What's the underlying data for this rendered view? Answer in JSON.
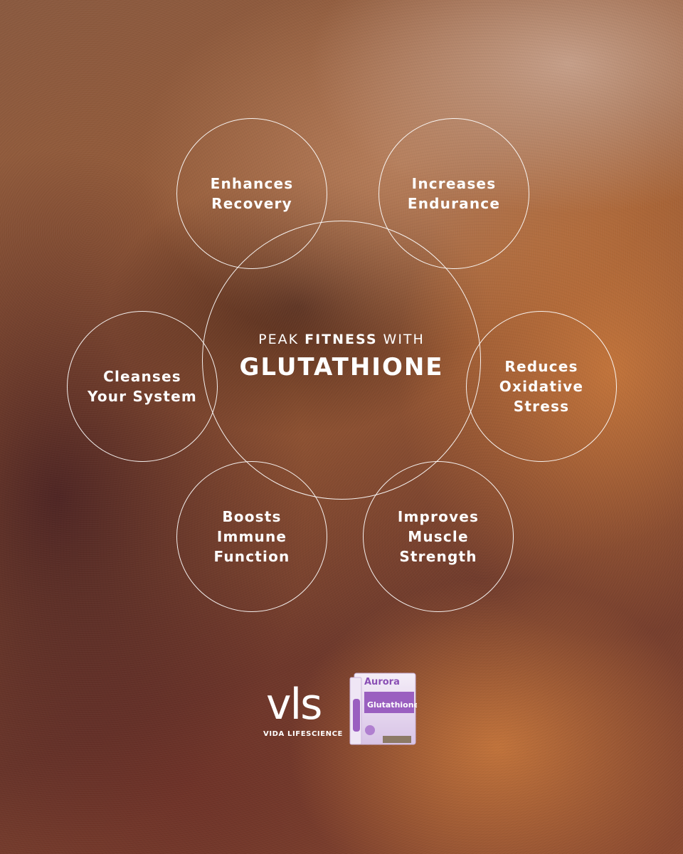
{
  "center": {
    "line1_prefix": "PEAK",
    "line1_bold": "FITNESS",
    "line1_suffix": "WITH",
    "line2": "GLUTATHIONE"
  },
  "benefits": [
    {
      "label": "Enhances\nRecovery"
    },
    {
      "label": "Increases\nEndurance"
    },
    {
      "label": "Cleanses\nYour System"
    },
    {
      "label": "Reduces\nOxidative\nStress"
    },
    {
      "label": "Boosts\nImmune\nFunction"
    },
    {
      "label": "Improves\nMuscle\nStrength"
    }
  ],
  "brand": {
    "mark": "vls",
    "name": "VIDA LIFESCIENCE"
  },
  "product": {
    "brand": "Aurora",
    "name": "Glutathione"
  },
  "colors": {
    "line": "#ffffff",
    "product_purple": "#9a5fc0"
  }
}
